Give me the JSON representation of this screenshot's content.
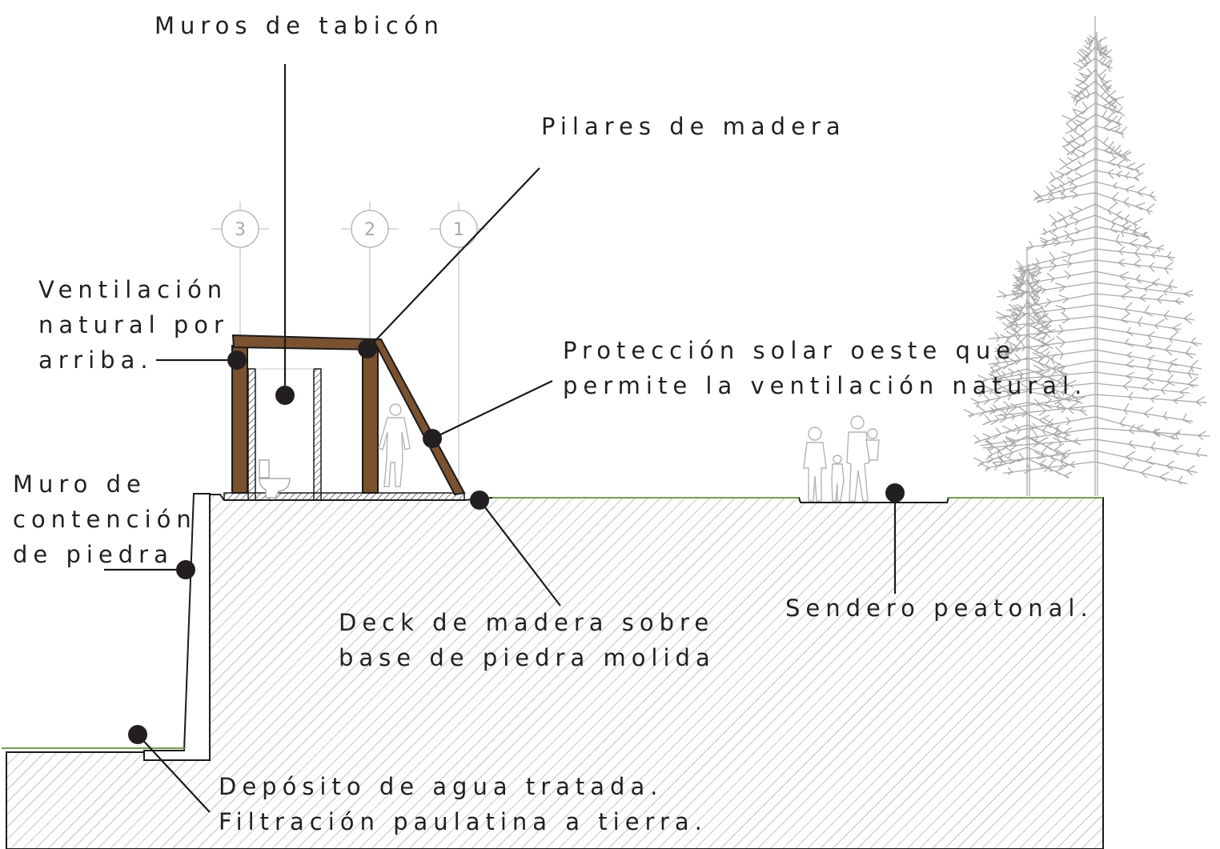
{
  "labels": {
    "muros": "Muros de tabicón",
    "pilares": "Pilares de madera",
    "ventilacion_1": "Ventilación",
    "ventilacion_2": "natural por",
    "ventilacion_3": "arriba.",
    "proteccion_1": "Protección solar oeste que",
    "proteccion_2": "permite la ventilación natural.",
    "muro_contencion_1": "Muro de",
    "muro_contencion_2": "contención",
    "muro_contencion_3": "de piedra",
    "deck_1": "Deck de madera sobre",
    "deck_2": "base de piedra molida",
    "sendero": "Sendero peatonal.",
    "deposito_1": "Depósito de agua tratada.",
    "deposito_2": "Filtración paulatina a tierra."
  },
  "grid_axes": [
    "3",
    "2",
    "1"
  ],
  "colors": {
    "wood": "#7a5230",
    "ink": "#231f20",
    "tree": "#a9a9a9",
    "grid": "#c4c4c4"
  }
}
